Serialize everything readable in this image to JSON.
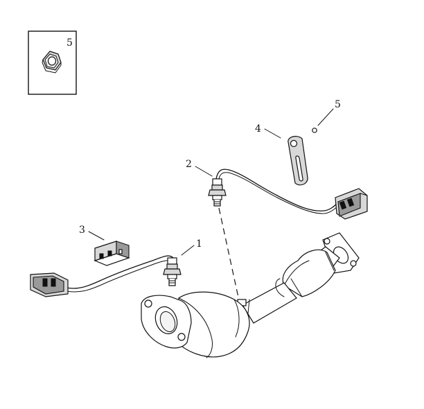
{
  "callouts": {
    "inset_nut": "5",
    "washer_top": "5",
    "bracket": "4",
    "rear_sensor": "2",
    "clip": "3",
    "front_sensor": "1"
  }
}
